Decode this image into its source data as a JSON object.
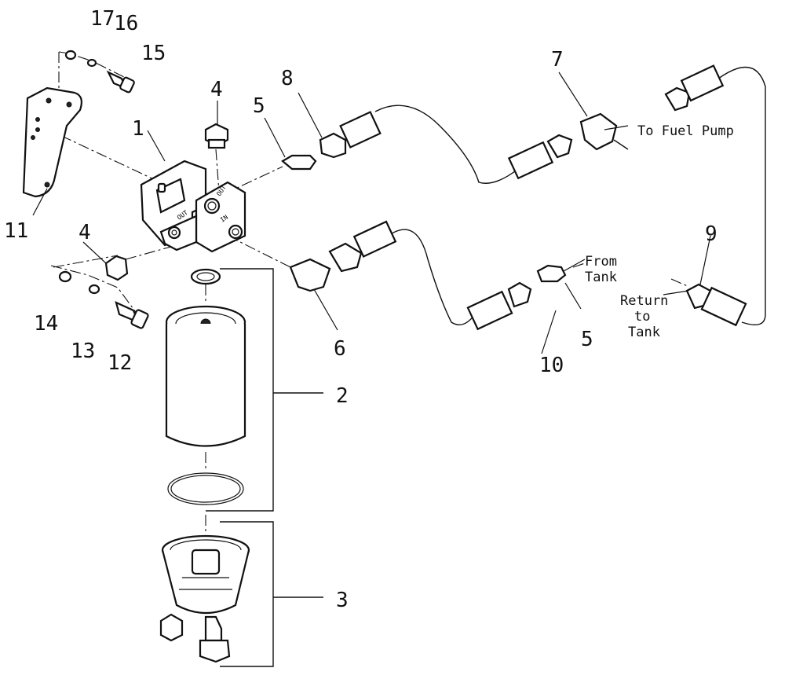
{
  "callouts": {
    "c1": "1",
    "c2": "2",
    "c3": "3",
    "c4a": "4",
    "c4b": "4",
    "c5a": "5",
    "c5b": "5",
    "c6": "6",
    "c7": "7",
    "c8": "8",
    "c9": "9",
    "c10": "10",
    "c11": "11",
    "c12": "12",
    "c13": "13",
    "c14": "14",
    "c15": "15",
    "c16": "16",
    "c17": "17"
  },
  "notes": {
    "to_fuel_pump": "To Fuel Pump",
    "from_tank_1": "From",
    "from_tank_2": "Tank",
    "return_1": "Return",
    "return_2": "to",
    "return_3": "Tank"
  },
  "head_markings": {
    "out": "OUT",
    "in": "IN",
    "out2": "OUT"
  }
}
